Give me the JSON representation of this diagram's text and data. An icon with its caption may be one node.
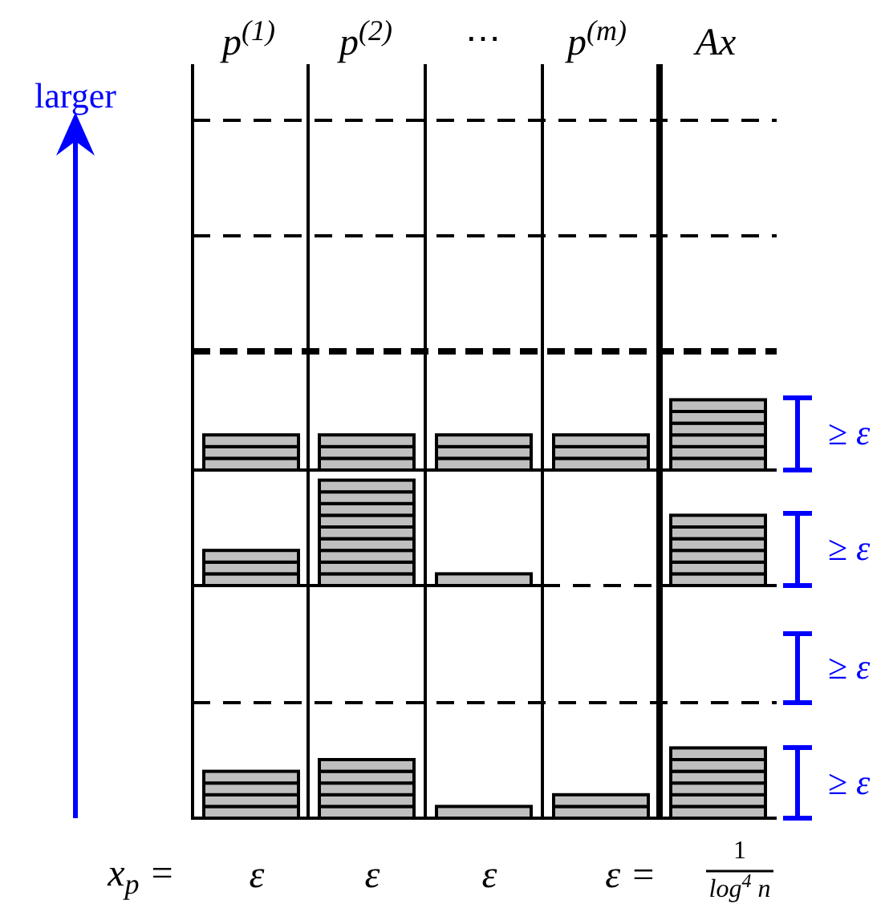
{
  "diagram": {
    "labels": [
      "p$^{(1)}$",
      "p$^{(2)}$",
      "⋯",
      "p$^{(m)}$",
      "Ax",
      "larger",
      "≥ ε",
      "≥ ε",
      "≥ ε",
      "≥ ε",
      "x$_{p}$ =",
      "ε",
      "ε",
      "ε",
      "ε =",
      "1",
      "log$^{4}$ n"
    ]
  }
}
